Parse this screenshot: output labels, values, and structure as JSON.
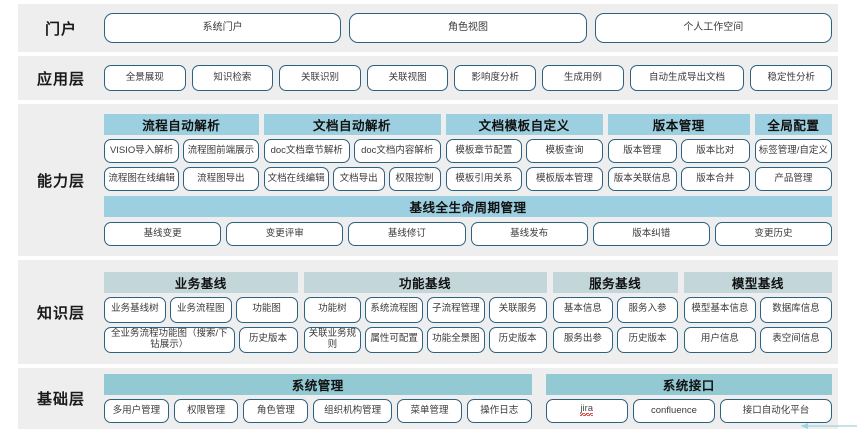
{
  "layers": [
    {
      "key": "portal",
      "label": "门户",
      "items": [
        "系统门户",
        "角色视图",
        "个人工作空间"
      ]
    },
    {
      "key": "application",
      "label": "应用层",
      "items": [
        "全景展现",
        "知识检索",
        "关联识别",
        "关联视图",
        "影响度分析",
        "生成用例",
        "自动生成导出文档",
        "稳定性分析"
      ]
    },
    {
      "key": "capability",
      "label": "能力层",
      "groups": [
        {
          "title": "流程自动解析",
          "rows": [
            [
              "VISIO导入解析",
              "流程图前端展示"
            ],
            [
              "流程图在线编辑",
              "流程图导出"
            ]
          ]
        },
        {
          "title": "文档自动解析",
          "rows": [
            [
              "doc文档章节解析",
              "doc文档内容解析"
            ],
            [
              "文档在线编辑",
              "文档导出",
              "权限控制"
            ]
          ]
        },
        {
          "title": "文档模板自定义",
          "rows": [
            [
              "模板章节配置",
              "模板查询"
            ],
            [
              "模板引用关系",
              "模板版本管理"
            ]
          ]
        },
        {
          "title": "版本管理",
          "rows": [
            [
              "版本管理",
              "版本比对"
            ],
            [
              "版本关联信息",
              "版本合并"
            ]
          ]
        },
        {
          "title": "全局配置",
          "rows": [
            [
              "标签管理/自定义"
            ],
            [
              "产品管理"
            ]
          ]
        }
      ],
      "lifecycle": {
        "title": "基线全生命周期管理",
        "items": [
          "基线变更",
          "变更评审",
          "基线修订",
          "基线发布",
          "版本纠错",
          "变更历史"
        ]
      }
    },
    {
      "key": "knowledge",
      "label": "知识层",
      "groups": [
        {
          "title": "业务基线",
          "rows": [
            [
              "业务基线树",
              "业务流程图",
              "功能图"
            ],
            [
              "全业务流程功能图（搜索/下钻展示）",
              "历史版本"
            ]
          ]
        },
        {
          "title": "功能基线",
          "rows": [
            [
              "功能树",
              "系统流程图",
              "子流程管理",
              "关联服务"
            ],
            [
              "关联业务规则",
              "属性可配置",
              "功能全景图",
              "历史版本"
            ]
          ]
        },
        {
          "title": "服务基线",
          "rows": [
            [
              "基本信息",
              "服务入参"
            ],
            [
              "服务出参",
              "历史版本"
            ]
          ]
        },
        {
          "title": "模型基线",
          "rows": [
            [
              "模型基本信息",
              "数据库信息"
            ],
            [
              "用户信息",
              "表空间信息"
            ]
          ]
        }
      ]
    },
    {
      "key": "base",
      "label": "基础层",
      "groups": [
        {
          "title": "系统管理",
          "rows": [
            [
              "多用户管理",
              "权限管理",
              "角色管理",
              "组织机构管理",
              "菜单管理",
              "操作日志"
            ]
          ]
        },
        {
          "title": "系统接口",
          "rows": [
            [
              "jira",
              "confluence",
              "接口自动化平台"
            ]
          ]
        }
      ]
    }
  ],
  "colors": {
    "band_bg": "#eeeeee",
    "pill_border": "#2d6180",
    "header_blue": "#9ccfe0",
    "header_gray": "#c3d6da",
    "header_teal": "#92c9d3",
    "page_bg": "#ffffff"
  },
  "misspelled": [
    "jira"
  ]
}
